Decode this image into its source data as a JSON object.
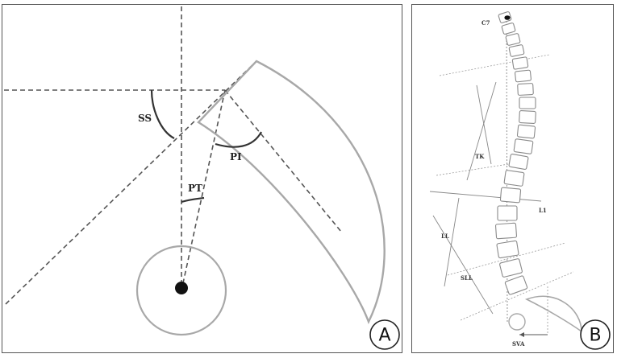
{
  "panel_a": {
    "badge": "A",
    "labels": {
      "ss": "SS",
      "pi": "PI",
      "pt": "PT"
    }
  },
  "panel_b": {
    "badge": "B",
    "labels": {
      "c7": "C7",
      "tk": "TK",
      "l1": "L1",
      "ll": "LL",
      "sll": "SLL",
      "sva": "SVA"
    }
  },
  "colors": {
    "dashed_line": "#555555",
    "outline_gray": "#a8a8a8",
    "arc": "#333333",
    "border": "#555555"
  }
}
